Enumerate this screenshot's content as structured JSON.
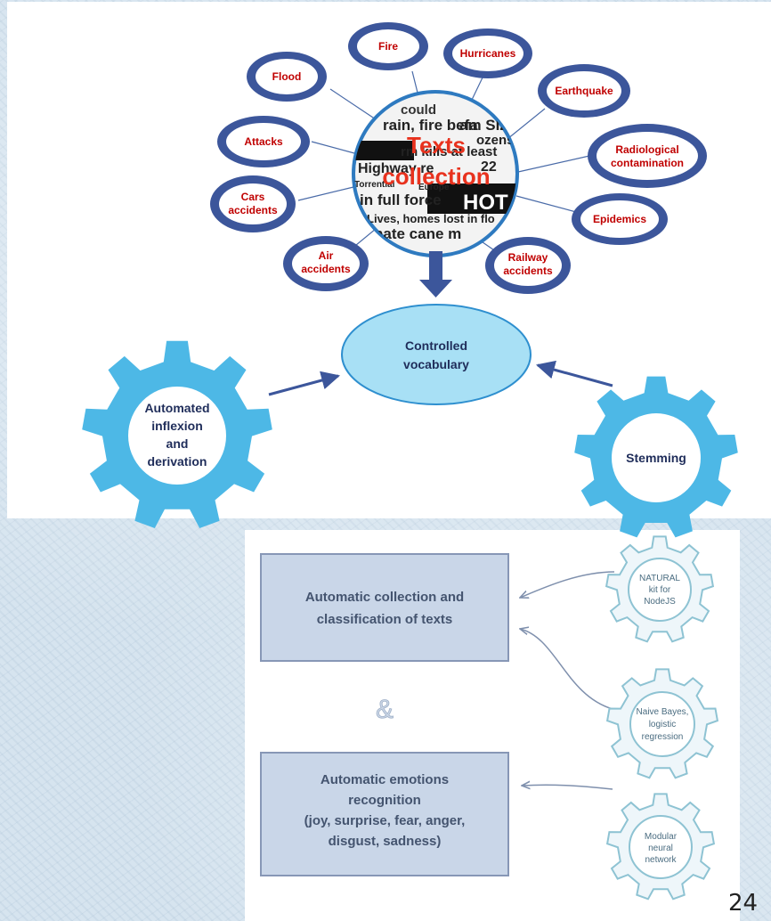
{
  "top_diagram": {
    "hub": {
      "line1": "Texts",
      "line2": "collection"
    },
    "hub_background_words": [
      "could",
      "rain, fire befa",
      "am SIZE",
      "rm kills at least",
      "ozens",
      "Highway re",
      "22",
      "in full force",
      "HOT",
      "Lives, homes lost in flo",
      "nate cane m",
      "Torrential",
      "Europe"
    ],
    "categories": {
      "fire": "Fire",
      "hurricanes": "Hurricanes",
      "flood": "Flood",
      "earthquake": "Earthquake",
      "attacks": "Attacks",
      "radiological": [
        "Radiological",
        "contamination"
      ],
      "cars_accidents": [
        "Cars",
        "accidents"
      ],
      "epidemics": "Epidemics",
      "air_accidents": [
        "Air",
        "accidents"
      ],
      "railway_accidents": [
        "Railway",
        "accidents"
      ]
    },
    "controlled_vocabulary": [
      "Controlled",
      "vocabulary"
    ],
    "gear_left": [
      "Automated",
      "inflexion",
      "and",
      "derivation"
    ],
    "gear_right": "Stemming"
  },
  "bottom_diagram": {
    "box1": [
      "Automatic collection and",
      "classification of texts"
    ],
    "ampersand": "&",
    "box2": [
      "Automatic emotions",
      "recognition",
      "(joy, surprise, fear, anger,",
      "disgust, sadness)"
    ],
    "gear1": [
      "NATURAL",
      "kit for",
      "NodeJS"
    ],
    "gear2": [
      "Naive Bayes,",
      "logistic",
      "regression"
    ],
    "gear3": [
      "Modular",
      "neural",
      "network"
    ]
  },
  "page_number": "24",
  "colors": {
    "ellipse_fill": "#3c569b",
    "label_red": "#c00000",
    "gear_blue": "#4db8e6",
    "oval_fill": "#a8e0f5",
    "dark_text": "#1f2d5a",
    "box_fill": "#c9d6e8",
    "box_border": "#8797b6",
    "soft_gear_border": "#8ec3d3"
  }
}
